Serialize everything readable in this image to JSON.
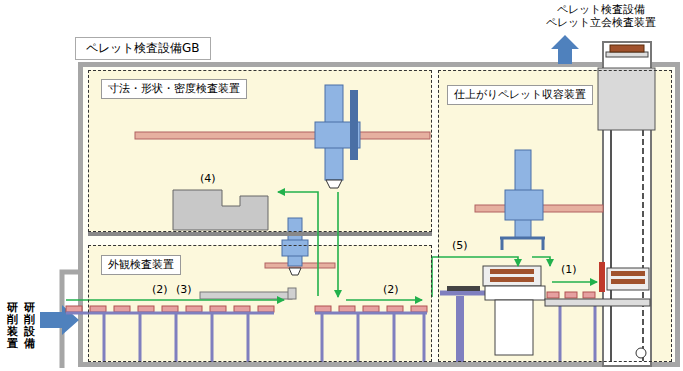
{
  "diagram": {
    "nodes": [
      {
        "text": [
          "ペレット検査設備GB"
        ]
      },
      {
        "text": [
          "寸法・形状・密度検査装置"
        ],
        "in": 0
      },
      {
        "text": [
          "外観検査装置"
        ],
        "in": 0
      },
      {
        "text": [
          "仕上がりペレット収容装置"
        ],
        "in": 0
      }
    ],
    "labels": [
      "ペレット検査設備 ペレット立会検査装置",
      "(4)",
      "(5)",
      "(1)",
      "(2)",
      "(3)",
      "(2)",
      "研削設備",
      "研削装置"
    ]
  }
}
